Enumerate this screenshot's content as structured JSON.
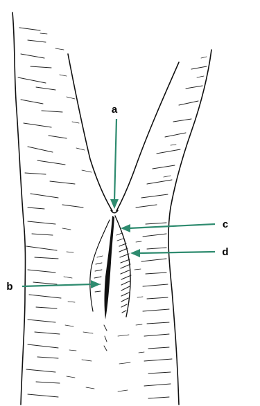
{
  "diagram": {
    "labels": {
      "a": "a",
      "b": "b",
      "c": "c",
      "d": "d"
    },
    "colors": {
      "arrow": "#2e8b6f",
      "ink": "#111111",
      "background": "#ffffff"
    }
  }
}
